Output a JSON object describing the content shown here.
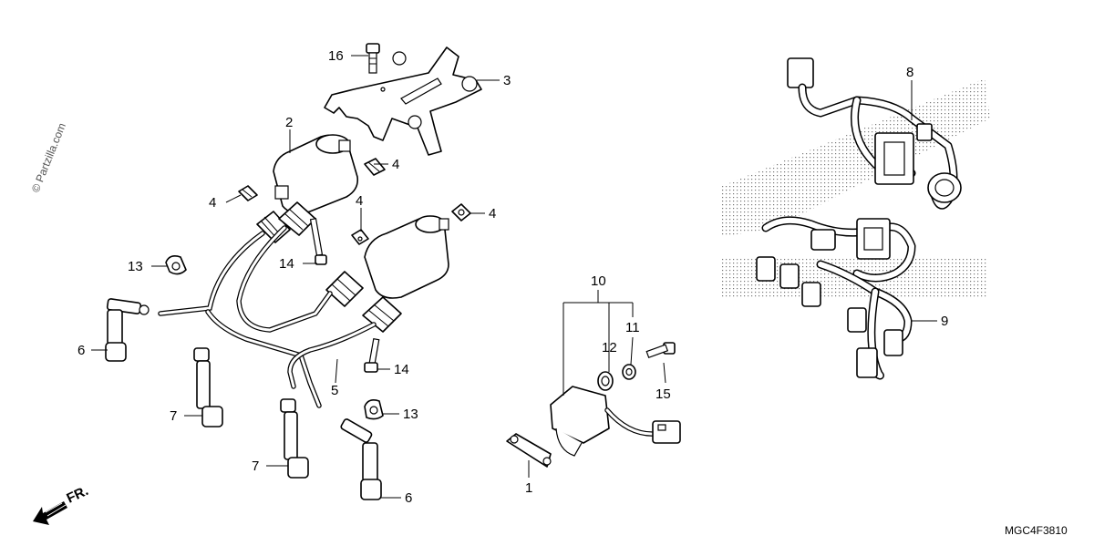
{
  "watermark": "© Partzilla.com",
  "diagram_code": "MGC4F3810",
  "direction_label": "FR.",
  "callouts": [
    "16",
    "3",
    "2",
    "4",
    "4",
    "4",
    "4",
    "13",
    "14",
    "6",
    "7",
    "7",
    "5",
    "14",
    "13",
    "6",
    "10",
    "11",
    "12",
    "15",
    "1",
    "8",
    "9"
  ],
  "icons": [
    "front-direction-arrow-icon"
  ]
}
